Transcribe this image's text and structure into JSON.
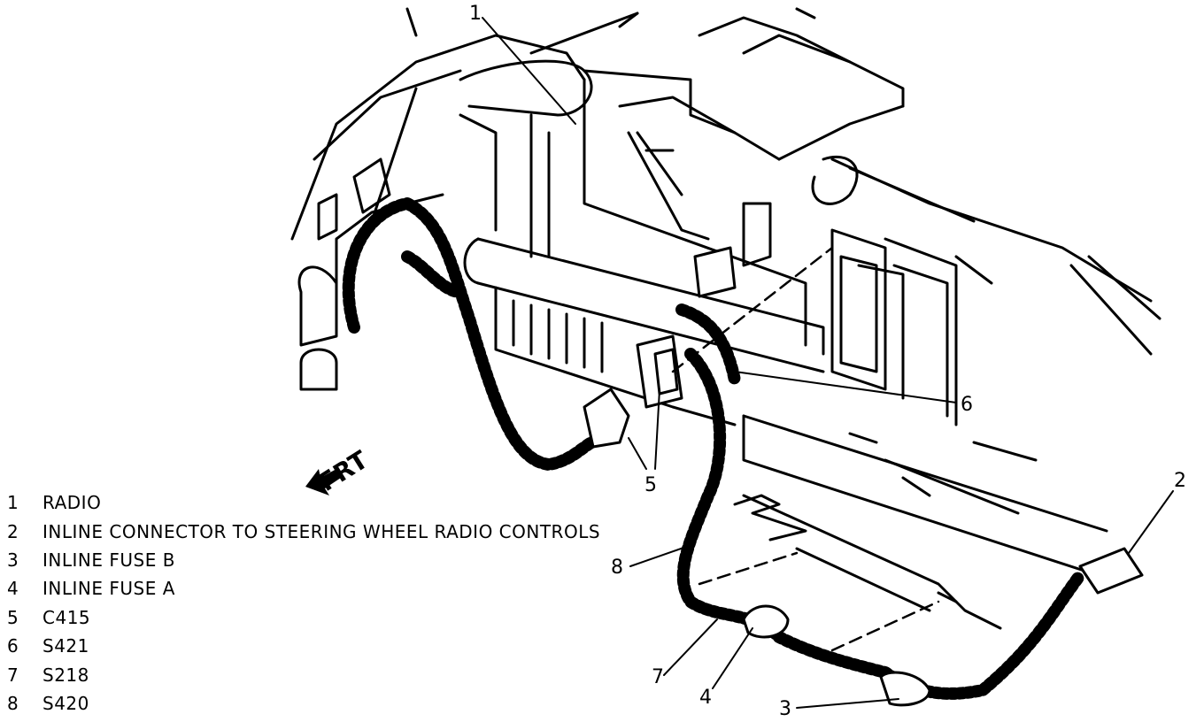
{
  "direction_label": "FRT",
  "callouts": [
    {
      "id": "1",
      "text": "1"
    },
    {
      "id": "2",
      "text": "2"
    },
    {
      "id": "3",
      "text": "3"
    },
    {
      "id": "4",
      "text": "4"
    },
    {
      "id": "5",
      "text": "5"
    },
    {
      "id": "6",
      "text": "6"
    },
    {
      "id": "7",
      "text": "7"
    },
    {
      "id": "8",
      "text": "8"
    }
  ],
  "legend": [
    {
      "num": "1",
      "label": "RADIO"
    },
    {
      "num": "2",
      "label": "INLINE CONNECTOR TO STEERING WHEEL RADIO CONTROLS"
    },
    {
      "num": "3",
      "label": "INLINE FUSE B"
    },
    {
      "num": "4",
      "label": "INLINE FUSE A"
    },
    {
      "num": "5",
      "label": "C415"
    },
    {
      "num": "6",
      "label": "S421"
    },
    {
      "num": "7",
      "label": "S218"
    },
    {
      "num": "8",
      "label": "S420"
    }
  ]
}
